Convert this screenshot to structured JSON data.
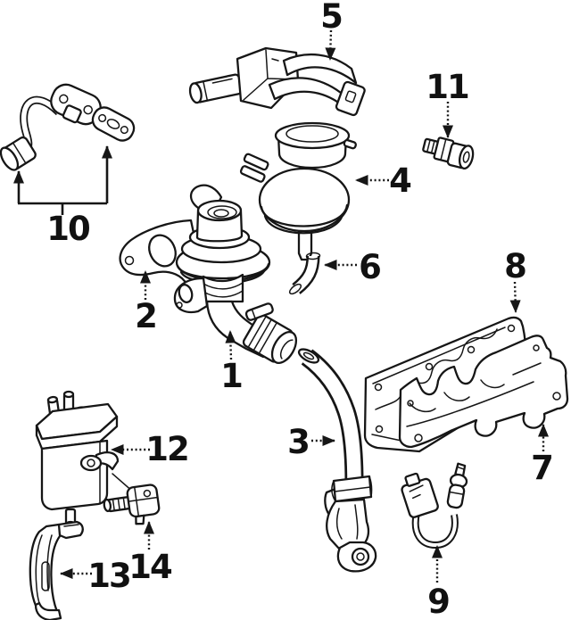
{
  "diagram": {
    "kind": "exploded-parts-line-diagram",
    "background": "#ffffff",
    "ink_color": "#161616",
    "callouts": [
      {
        "label": "1"
      },
      {
        "label": "2"
      },
      {
        "label": "3"
      },
      {
        "label": "4"
      },
      {
        "label": "5"
      },
      {
        "label": "6"
      },
      {
        "label": "7"
      },
      {
        "label": "8"
      },
      {
        "label": "9"
      },
      {
        "label": "10"
      },
      {
        "label": "11"
      },
      {
        "label": "12"
      },
      {
        "label": "13"
      },
      {
        "label": "14"
      }
    ]
  }
}
